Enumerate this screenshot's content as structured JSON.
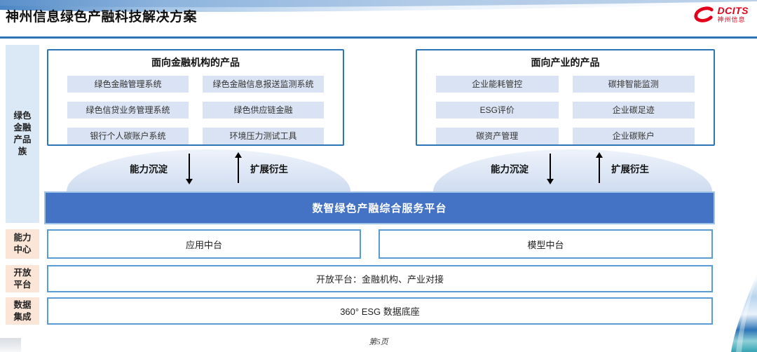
{
  "header": {
    "title": "神州信息绿色产融科技解决方案",
    "logo": {
      "brand": "DCITS",
      "brand_cn": "神州信息"
    }
  },
  "sidebar": {
    "labels": [
      {
        "id": "product-family",
        "text": "绿色金融产品族"
      },
      {
        "id": "capability-center",
        "text": "能力中心"
      },
      {
        "id": "open-platform",
        "text": "开放平台"
      },
      {
        "id": "data-integration",
        "text": "数据集成"
      }
    ]
  },
  "product_groups": [
    {
      "title": "面向金融机构的产品",
      "items": [
        "绿色金融管理系统",
        "绿色金融信息报送监测系统",
        "绿色信贷业务管理系统",
        "绿色供应链金融",
        "银行个人碳账户系统",
        "环境压力测试工具"
      ]
    },
    {
      "title": "面向产业的产品",
      "items": [
        "企业能耗管控",
        "碳排智能监测",
        "ESG评价",
        "企业碳足迹",
        "碳资产管理",
        "企业碳账户"
      ]
    }
  ],
  "flows": {
    "down_label": "能力沉淀",
    "up_label": "扩展衍生"
  },
  "platform_banner": "数智绿色产融综合服务平台",
  "capability_boxes": [
    "应用中台",
    "模型中台"
  ],
  "open_platform_box": "开放平台：金融机构、产业对接",
  "data_box": "360° ESG 数据底座",
  "footer": {
    "page": "第5页"
  },
  "colors": {
    "header_line": "#2e75b6",
    "banner_bg": "#4472c4",
    "banner_border": "#9dc3e6",
    "chip_bg": "#dae3f3",
    "sidebar_blue": "#dbe9f7",
    "sidebar_peach": "#fbe5d6",
    "box_border": "#5b9bd5",
    "logo_red": "#e2001a",
    "swoosh_teal": "#35a3b4"
  }
}
